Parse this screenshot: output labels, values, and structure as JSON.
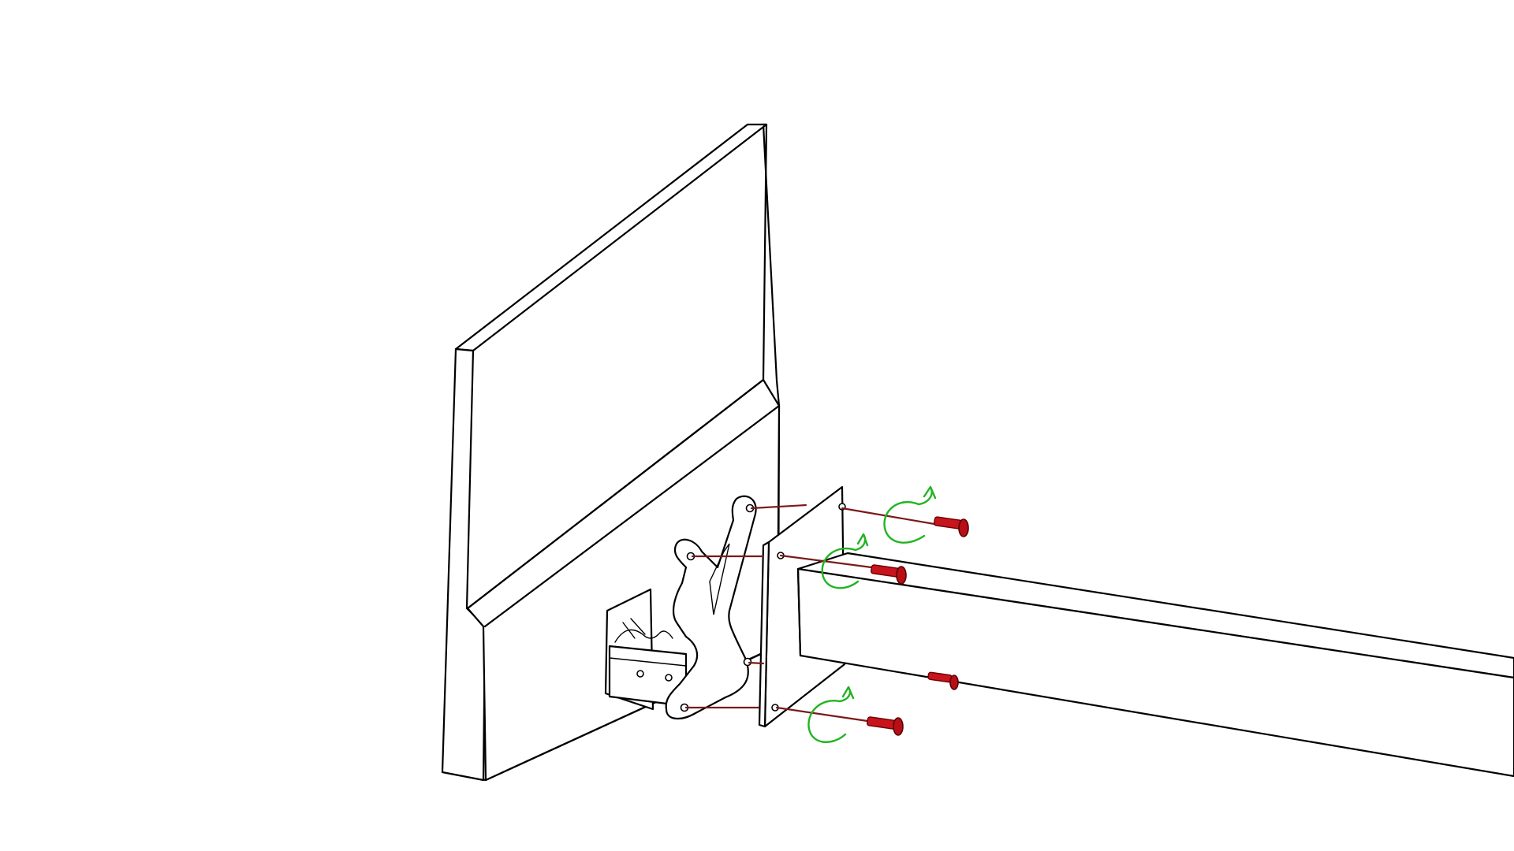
{
  "figure": {
    "kind": "assembly-instruction",
    "colors": {
      "background": "#ffffff",
      "line_art": "#000000",
      "guide_line": "#7a1a1a",
      "rotation_arrow": "#22b422",
      "screw": "#c8141c"
    },
    "parts": [
      {
        "id": "monitor",
        "icon": "monitor-back-panel"
      },
      {
        "id": "vesa-bracket",
        "icon": "x-shaped-bracket"
      },
      {
        "id": "mount-plate",
        "icon": "square-plate"
      },
      {
        "id": "arm",
        "icon": "square-tube-arm"
      },
      {
        "id": "screws",
        "icon": "screw",
        "count": 4
      },
      {
        "id": "rotation-indicators",
        "icon": "clockwise-arrow",
        "count": 3
      }
    ]
  }
}
